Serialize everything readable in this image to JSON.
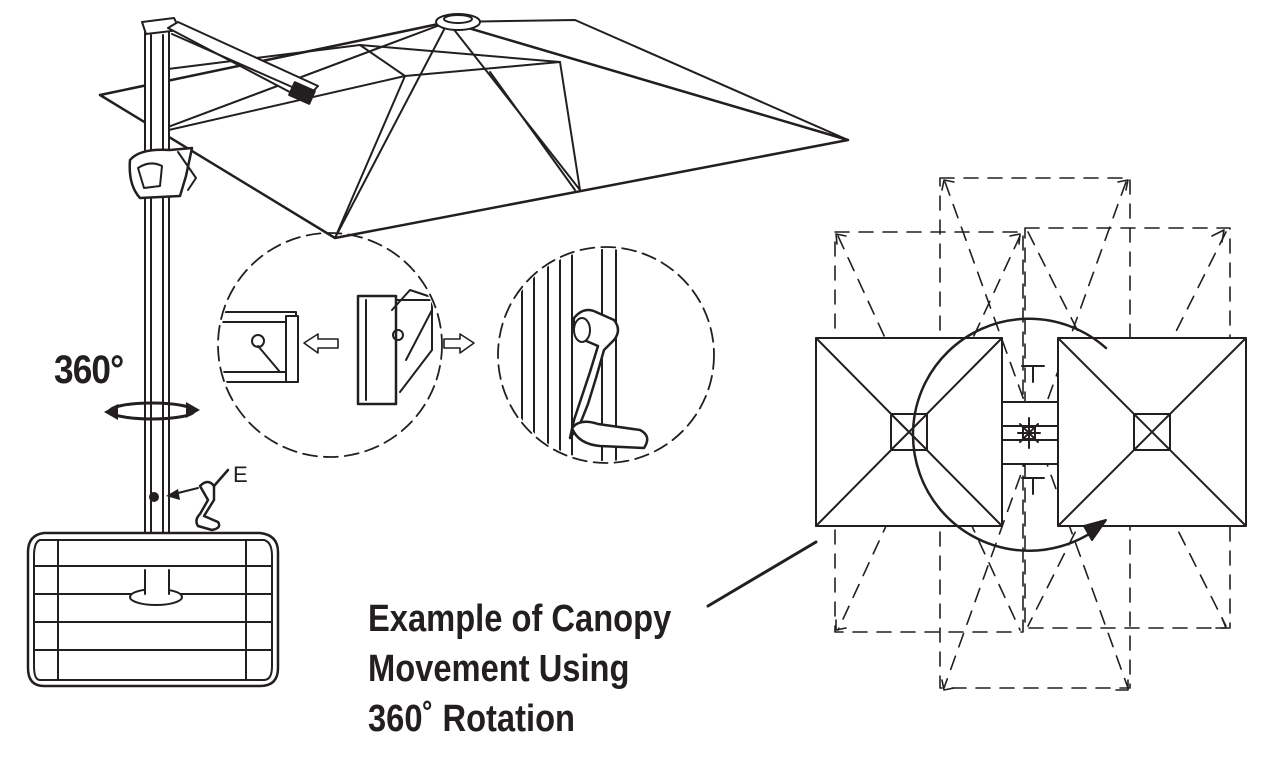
{
  "labels": {
    "rotation_degrees": "360°",
    "part_letter": "E"
  },
  "caption": {
    "line1": "Example of Canopy",
    "line2": "Movement Using",
    "line3": "360˚ Rotation"
  },
  "colors": {
    "ink": "#231f20",
    "background": "#ffffff"
  }
}
